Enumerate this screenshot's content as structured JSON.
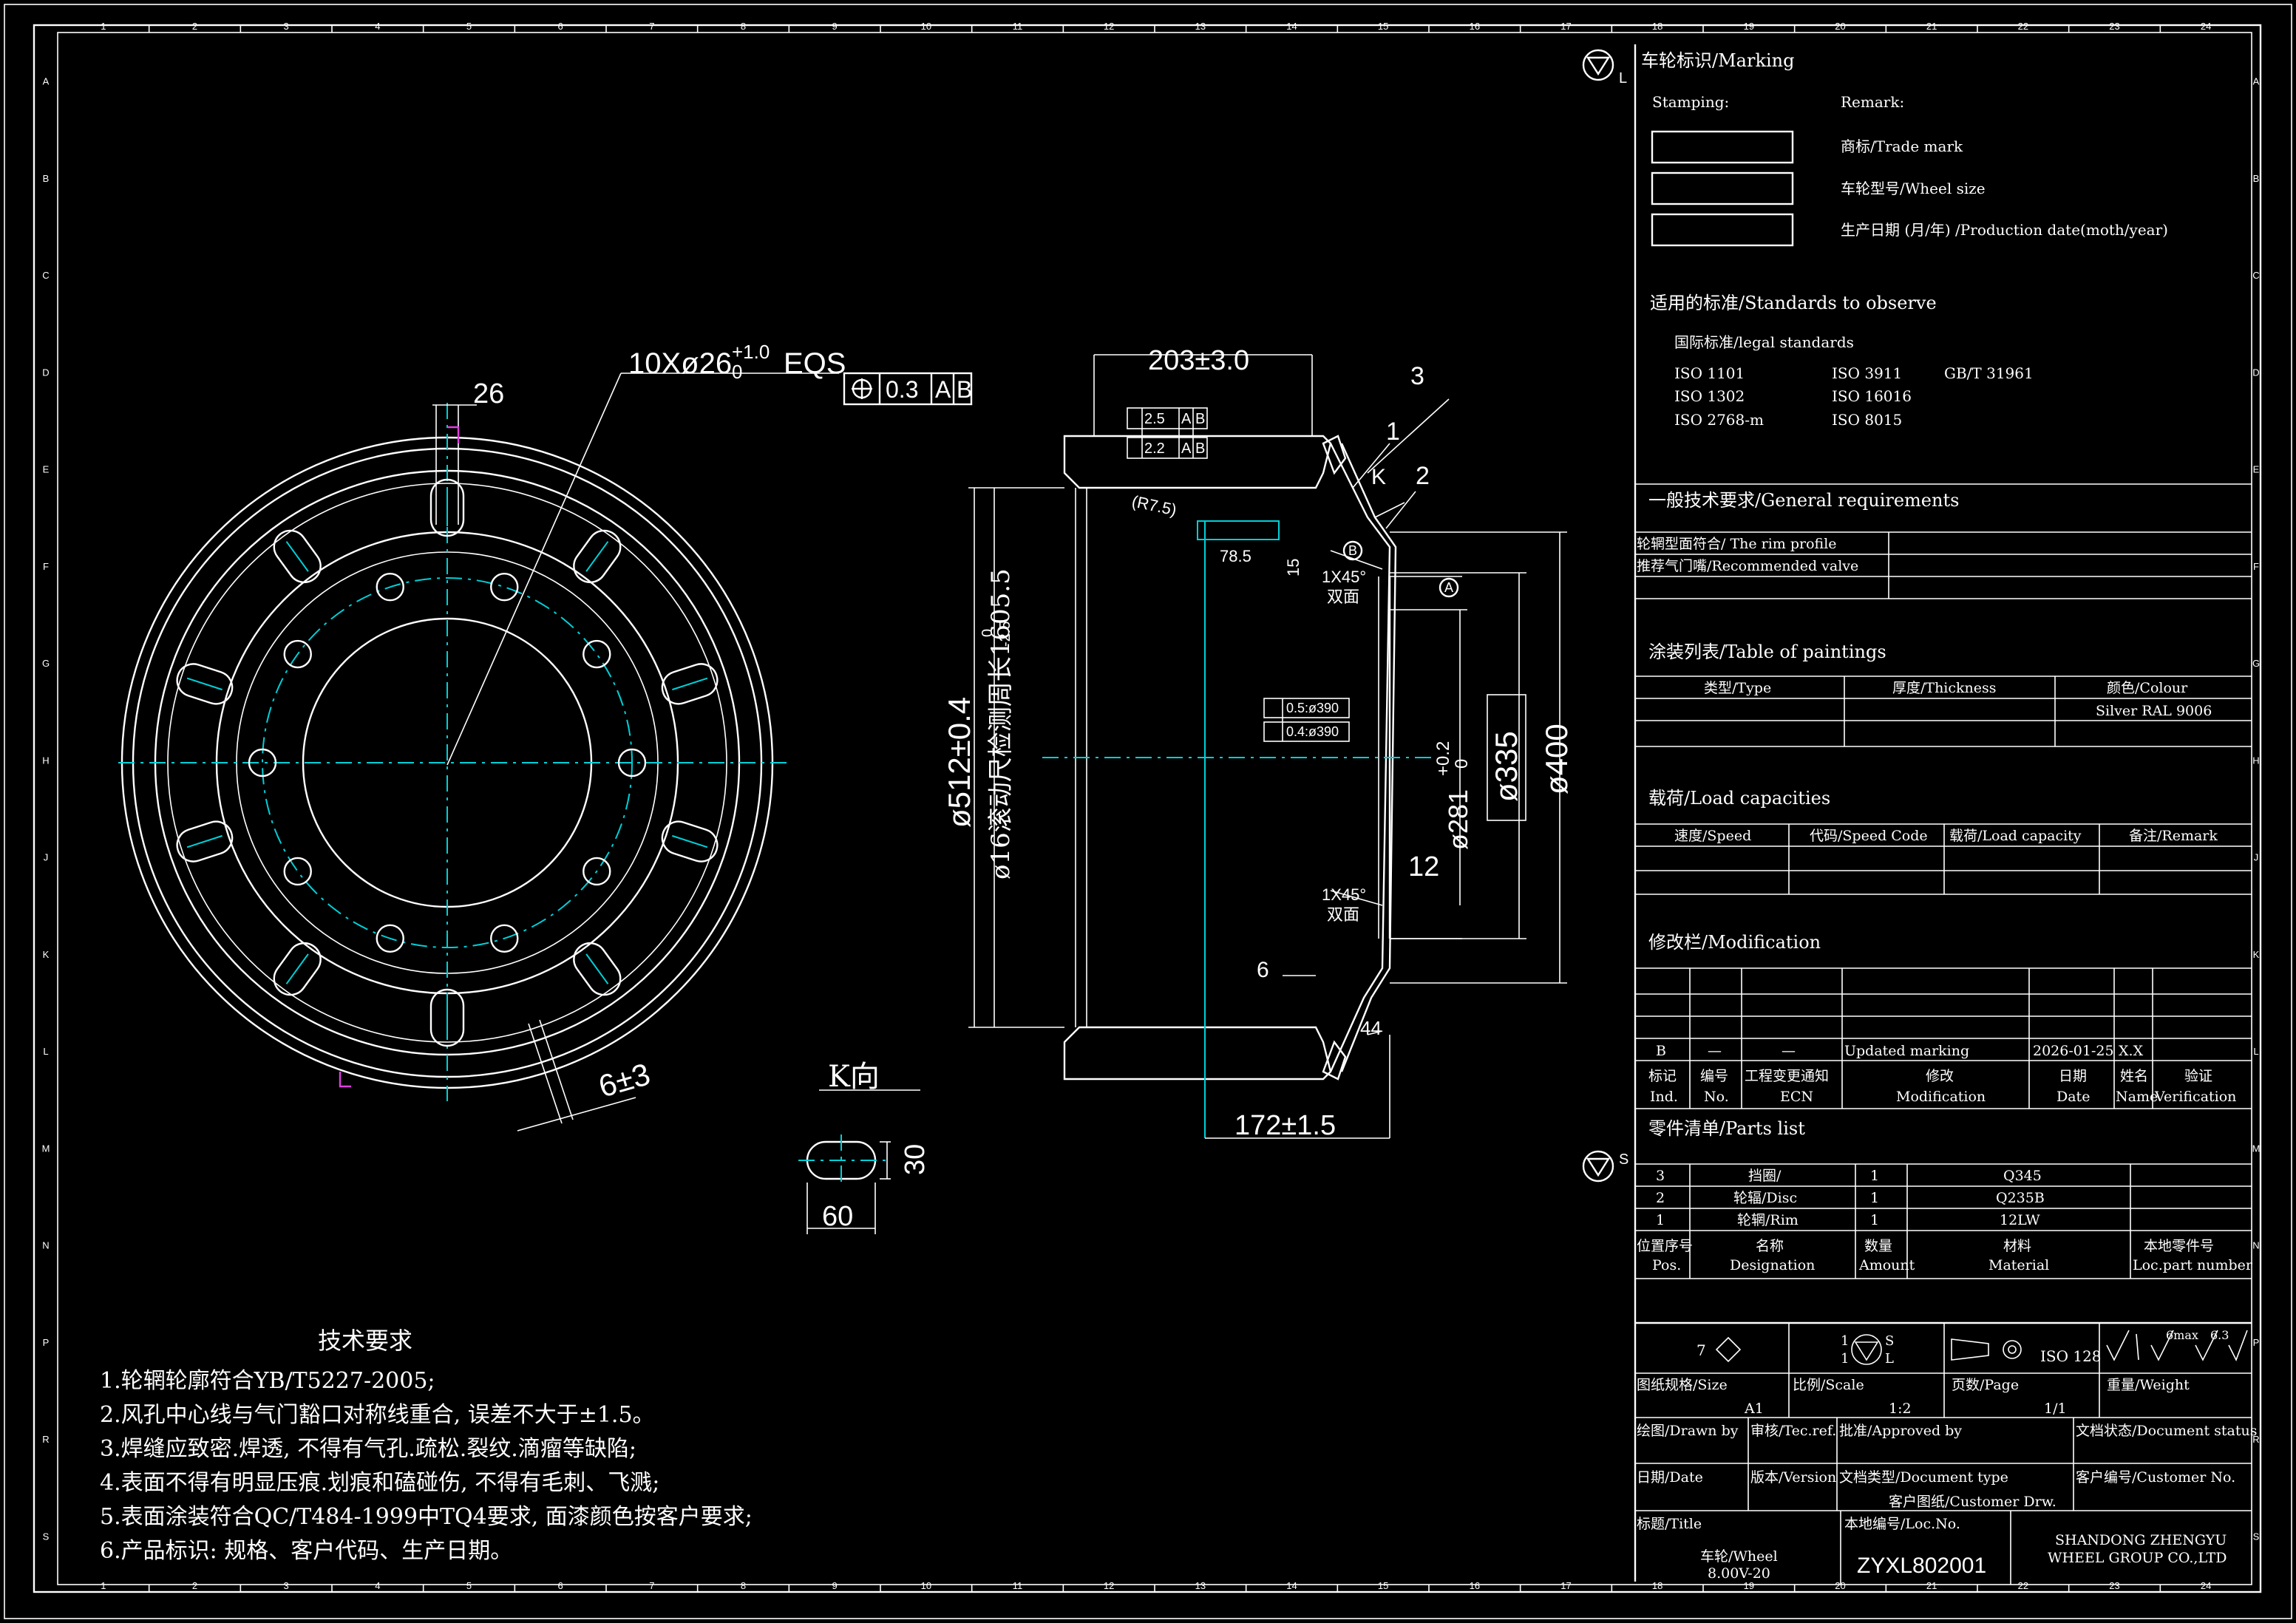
{
  "border": {
    "zone_numbers": [
      "1",
      "2",
      "3",
      "4",
      "5",
      "6",
      "7",
      "8",
      "9",
      "10",
      "11",
      "12",
      "13",
      "14",
      "15",
      "16",
      "17",
      "18",
      "19",
      "20",
      "21",
      "22",
      "23",
      "24"
    ],
    "zone_letters": [
      "A",
      "B",
      "C",
      "D",
      "E",
      "F",
      "G",
      "H",
      "J",
      "K",
      "L",
      "M",
      "N",
      "P",
      "R",
      "S"
    ]
  },
  "drawing": {
    "hole_callout": "10Xø26",
    "hole_tol_upper": "+1.0",
    "hole_tol_lower": "0",
    "hole_eqs": "EQS",
    "position_tol": {
      "value": "0.3",
      "datum1": "A",
      "datum2": "B"
    },
    "dim_26": "26",
    "dim_6pm3": "6±3",
    "k_view": "K向",
    "dim_60": "60",
    "dim_30": "30",
    "dim_203": "203±3.0",
    "runout1": {
      "value": "2.5",
      "datum1": "A",
      "datum2": "B"
    },
    "runout2": {
      "value": "2.2",
      "datum1": "A",
      "datum2": "B"
    },
    "r75": "(R7.5)",
    "dim_785": "78.5",
    "dim_15": "15",
    "dim_512": "ø512±0.4",
    "dim_1605": "ø16滚动尺检测周长1605.5",
    "dim_1605_tol_upper": "0",
    "dim_1605_tol_lower": "-2.5",
    "flat1": "0.5:ø390",
    "flat2": "0.4:ø390",
    "dim_281": "ø281",
    "dim_281_tol_upper": "+0.2",
    "dim_281_tol_lower": "0",
    "dim_335": "ø335",
    "dim_400": "ø400",
    "dim_12": "12",
    "dim_172": "172±1.5",
    "dim_6": "6",
    "dim_44": "44",
    "chamfer_a": "1X45°",
    "chamfer_a_note": "双面",
    "chamfer_b": "1X45°",
    "chamfer_b_note": "双面",
    "balloon_1": "1",
    "balloon_2": "2",
    "balloon_3": "3",
    "label_k": "K",
    "datum_a": "A",
    "datum_b": "B",
    "s_mark": "S",
    "l_mark": "L"
  },
  "tech_req": {
    "title": "技术要求",
    "lines": [
      "1.轮辋轮廓符合YB/T5227-2005;",
      "2.风孔中心线与气门豁口对称线重合, 误差不大于±1.5。",
      "3.焊缝应致密.焊透, 不得有气孔.疏松.裂纹.滴瘤等缺陷;",
      "4.表面不得有明显压痕.划痕和磕碰伤, 不得有毛刺、飞溅;",
      "5.表面涂装符合QC/T484-1999中TQ4要求, 面漆颜色按客户要求;",
      "6.产品标识: 规格、客户代码、生产日期。"
    ]
  },
  "title_block": {
    "marking_title": "车轮标识/Marking",
    "stamping": "Stamping:",
    "remark": "Remark:",
    "marking_items": [
      "商标/Trade mark",
      "车轮型号/Wheel size",
      "生产日期 (月/年) /Production date(moth/year)"
    ],
    "standards_title": "适用的标准/Standards to observe",
    "standards_sub": "国际标准/legal standards",
    "standards": [
      "ISO 1101",
      "ISO 3911",
      "GB/T 31961",
      "ISO 1302",
      "ISO 16016",
      "ISO 2768-m",
      "ISO 8015"
    ],
    "general_title": "一般技术要求/General requirements",
    "general_rows": [
      "轮辋型面符合/ The rim profile",
      "推荐气门嘴/Recommended valve"
    ],
    "paint_title": "涂装列表/Table of paintings",
    "paint_headers": [
      "类型/Type",
      "厚度/Thickness",
      "颜色/Colour"
    ],
    "paint_value": "Silver RAL 9006",
    "load_title": "载荷/Load capacities",
    "load_headers": [
      "速度/Speed",
      "代码/Speed Code",
      "载荷/Load capacity",
      "备注/Remark"
    ],
    "mod_title": "修改栏/Modification",
    "mod_row": [
      "B",
      "—",
      "—",
      "Updated marking",
      "2026-01-25",
      "X.X"
    ],
    "mod_headers": [
      "标记",
      "Ind.",
      "编号",
      "No.",
      "工程变更通知",
      "ECN",
      "修改",
      "Modification",
      "日期",
      "Date",
      "姓名",
      "Name",
      "验证",
      "Verification"
    ],
    "parts_title": "零件清单/Parts list",
    "parts": [
      {
        "pos": "3",
        "name": "挡圈/",
        "qty": "1",
        "mat": "Q345"
      },
      {
        "pos": "2",
        "name": "轮辐/Disc",
        "qty": "1",
        "mat": "Q235B"
      },
      {
        "pos": "1",
        "name": "轮辋/Rim",
        "qty": "1",
        "mat": "12LW"
      }
    ],
    "parts_headers": [
      "位置序号",
      "Pos.",
      "名称",
      "Designation",
      "数量",
      "Amount",
      "材料",
      "Material",
      "本地零件号",
      "Loc.part number"
    ],
    "sym_7": "7",
    "sym_1a": "1",
    "sym_1b": "1",
    "sym_s": "S",
    "sym_l": "L",
    "iso128": "ISO 128",
    "rough_6max": "6max",
    "rough_63": "6.3",
    "size_label": "图纸规格/Size",
    "size_value": "A1",
    "scale_label": "比例/Scale",
    "scale_value": "1:2",
    "page_label": "页数/Page",
    "page_value": "1/1",
    "weight_label": "重量/Weight",
    "drawn_by": "绘图/Drawn by",
    "tec_ref": "审核/Tec.ref.",
    "approved": "批准/Approved by",
    "doc_status": "文档状态/Document status",
    "date_label": "日期/Date",
    "version_label": "版本/Version",
    "doc_type_label": "文档类型/Document type",
    "doc_type_value": "客户图纸/Customer Drw.",
    "customer_no": "客户编号/Customer No.",
    "title_label": "标题/Title",
    "title_value1": "车轮/Wheel",
    "title_value2": "8.00V-20",
    "loc_label": "本地编号/Loc.No.",
    "loc_value": "ZYXL802001",
    "company1": "SHANDONG ZHENGYU",
    "company2": "WHEEL GROUP CO.,LTD"
  }
}
